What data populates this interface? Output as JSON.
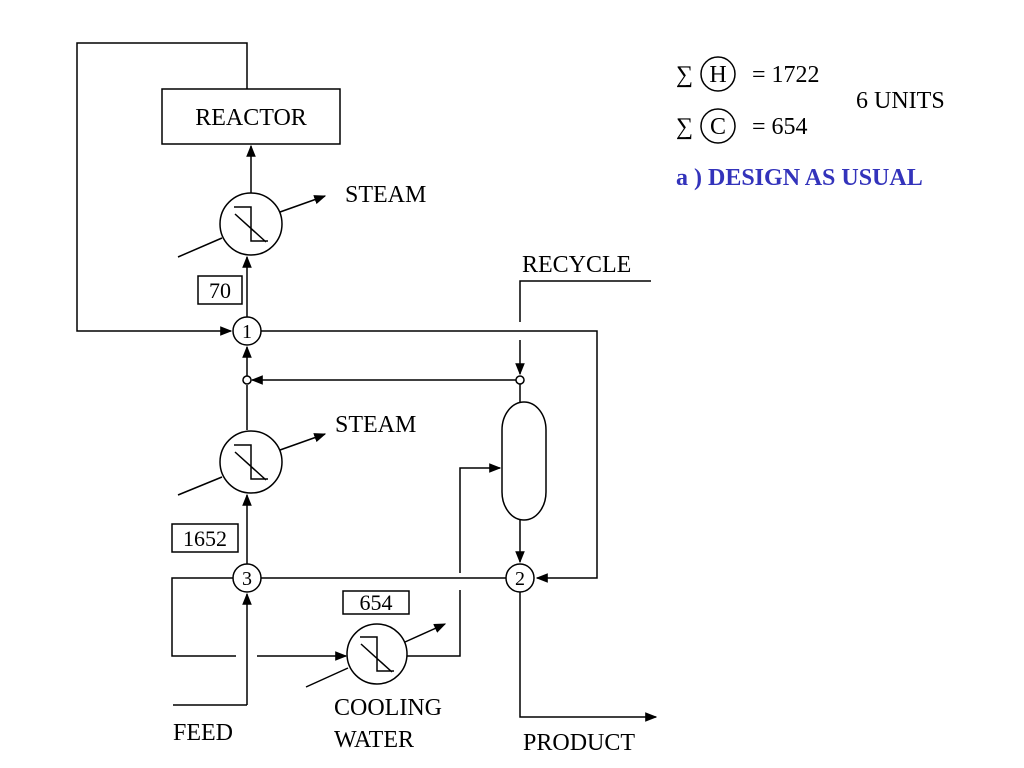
{
  "labels": {
    "reactor": "REACTOR",
    "steam_top": "STEAM",
    "steam_mid": "STEAM",
    "recycle": "RECYCLE",
    "feed": "FEED",
    "cooling": "COOLING",
    "water": "WATER",
    "product": "PRODUCT"
  },
  "boxes": {
    "top": "70",
    "mid": "1652",
    "cooler": "654"
  },
  "nodes": {
    "n1": "1",
    "n2": "2",
    "n3": "3"
  },
  "summary": {
    "sum_symbol": "∑",
    "hot_letter": "H",
    "hot_value": "= 1722",
    "cold_letter": "C",
    "cold_value": "= 654",
    "units": "6 UNITS",
    "note": "a )  DESIGN AS USUAL",
    "note_color": "#3333bb"
  }
}
